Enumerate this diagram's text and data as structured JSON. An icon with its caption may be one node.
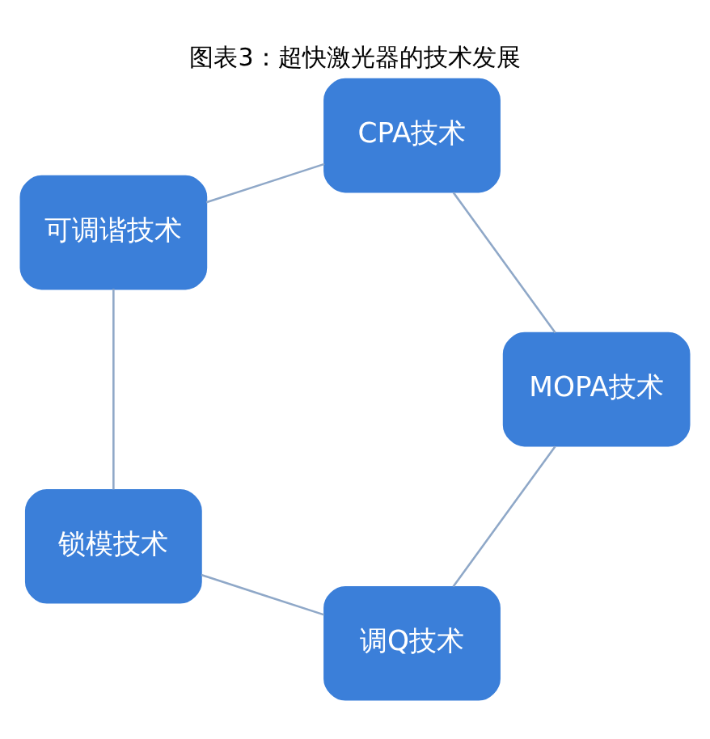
{
  "diagram": {
    "title": "图表3：超快激光器的技术发展",
    "nodes": [
      {
        "text": [
          "调Q技术"
        ]
      },
      {
        "text": [
          "MOPA技术"
        ]
      },
      {
        "text": [
          "锁模技术"
        ]
      },
      {
        "text": [
          "CPA技术"
        ]
      },
      {
        "text": [
          "可调谐技术"
        ]
      }
    ],
    "edges": [
      {
        "from": 0,
        "to": 2,
        "arrow": "none"
      },
      {
        "from": 2,
        "to": 4,
        "arrow": "none"
      },
      {
        "from": 4,
        "to": 3,
        "arrow": "none"
      },
      {
        "from": 3,
        "to": 1,
        "arrow": "none"
      },
      {
        "from": 1,
        "to": 0,
        "arrow": "none"
      }
    ]
  }
}
